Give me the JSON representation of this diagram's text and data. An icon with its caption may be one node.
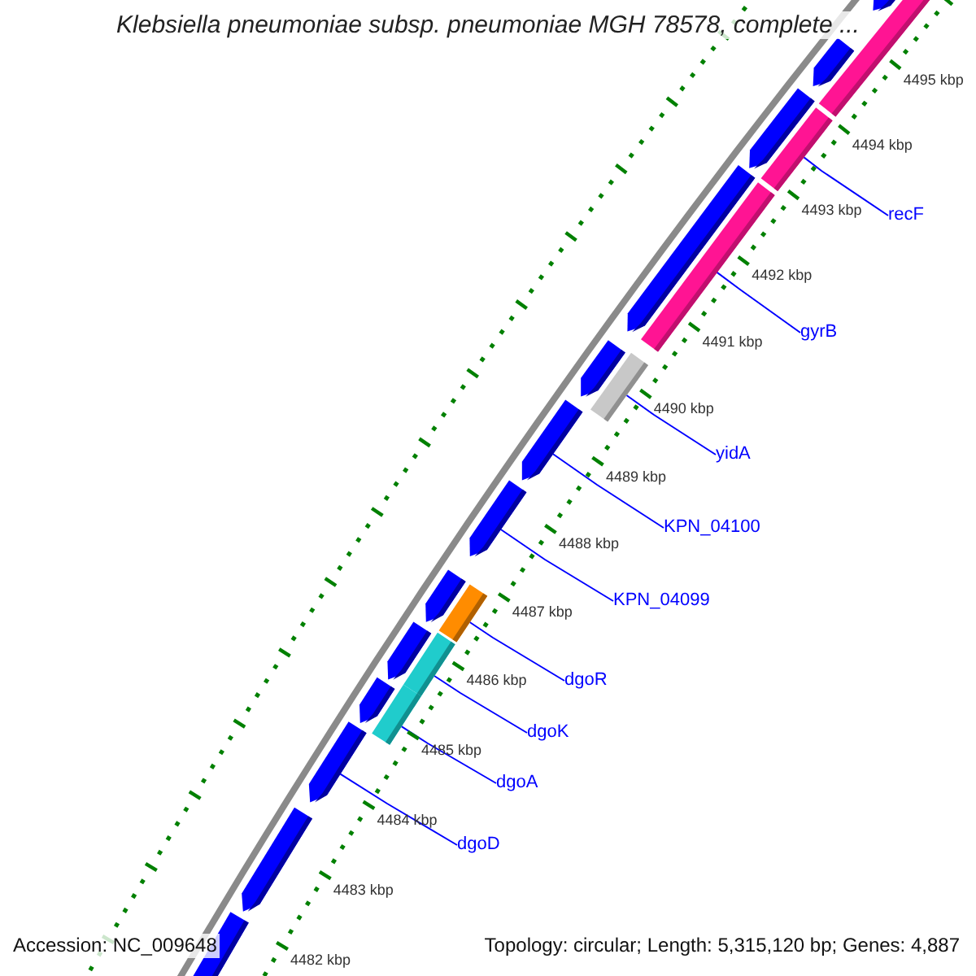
{
  "diagram": {
    "title": "Klebsiella pneumoniae subsp. pneumoniae MGH 78578, complete ...",
    "nodes": [
      {
        "text": [
          "recF"
        ]
      },
      {
        "text": [
          "gyrB"
        ]
      },
      {
        "text": [
          "yidA"
        ]
      },
      {
        "text": [
          "KPN_04100"
        ]
      },
      {
        "text": [
          "KPN_04099"
        ]
      },
      {
        "text": [
          "dgoR"
        ]
      },
      {
        "text": [
          "dgoK"
        ]
      },
      {
        "text": [
          "dgoA"
        ]
      },
      {
        "text": [
          "dgoD"
        ]
      },
      {
        "text": [],
        "shape": "bar"
      },
      {
        "text": [],
        "shape": "bar"
      },
      {
        "text": [],
        "shape": "bar"
      },
      {
        "text": [],
        "shape": "pentagon"
      },
      {
        "text": [],
        "shape": "pentagon"
      },
      {
        "text": [],
        "shape": "bar"
      },
      {
        "text": [],
        "shape": "bar"
      },
      {
        "text": [],
        "shape": "bar"
      },
      {
        "text": [],
        "shape": "pentagon"
      }
    ],
    "edges": [
      {
        "from": 0,
        "to": 9,
        "arrow": "none"
      },
      {
        "from": 1,
        "to": 10,
        "arrow": "none"
      },
      {
        "from": 2,
        "to": 11,
        "arrow": "none"
      },
      {
        "from": 3,
        "to": 12,
        "arrow": "none"
      },
      {
        "from": 4,
        "to": 13,
        "arrow": "none"
      },
      {
        "from": 5,
        "to": 14,
        "arrow": "none"
      },
      {
        "from": 6,
        "to": 15,
        "arrow": "none"
      },
      {
        "from": 7,
        "to": 16,
        "arrow": "none"
      },
      {
        "from": 8,
        "to": 17,
        "arrow": "none"
      }
    ],
    "labels": [
      "4495 kbp",
      "4494 kbp",
      "4493 kbp",
      "4492 kbp",
      "4491 kbp",
      "4490 kbp",
      "4489 kbp",
      "4488 kbp",
      "4487 kbp",
      "4486 kbp",
      "4485 kbp",
      "4484 kbp",
      "4483 kbp",
      "4482 kbp",
      "Accession: NC_009648",
      "Topology: circular; Length: 5,315,120 bp; Genes: 4,887"
    ]
  }
}
